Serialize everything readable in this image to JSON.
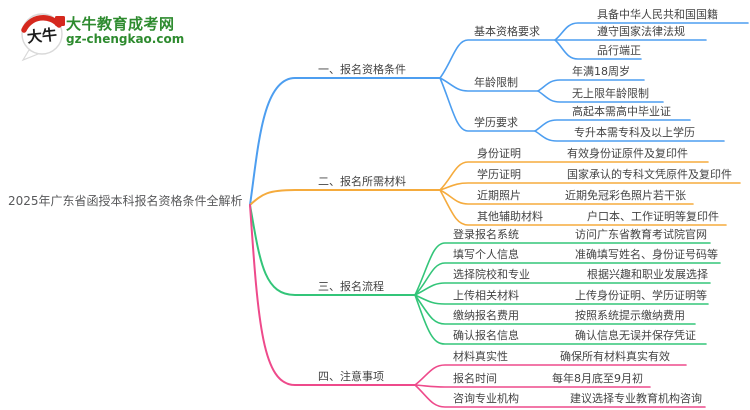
{
  "logo": {
    "mark": "大牛",
    "site_name": "大牛教育成考网",
    "site_url": "gz-chengkao.com"
  },
  "colors": {
    "branch1_blue": "#4d9ef0",
    "branch2_orange": "#f5ab3d",
    "branch3_green": "#33c579",
    "branch4_pink": "#ee4a8b",
    "logo_green": "#2e8b2f",
    "logo_red": "#d5281e",
    "text": "#434343"
  },
  "mindmap": {
    "root": "2025年广东省函授本科报名资格条件全解析",
    "branches": [
      {
        "label": "一、报名资格条件",
        "children": [
          {
            "label": "基本资格要求",
            "leaves": [
              "具备中华人民共和国国籍",
              "遵守国家法律法规",
              "品行端正"
            ]
          },
          {
            "label": "年龄限制",
            "leaves": [
              "年满18周岁",
              "无上限年龄限制"
            ]
          },
          {
            "label": "学历要求",
            "leaves": [
              "高起本需高中毕业证",
              "专升本需专科及以上学历"
            ]
          }
        ]
      },
      {
        "label": "二、报名所需材料",
        "children": [
          {
            "label": "身份证明",
            "leaves": [
              "有效身份证原件及复印件"
            ]
          },
          {
            "label": "学历证明",
            "leaves": [
              "国家承认的专科文凭原件及复印件"
            ]
          },
          {
            "label": "近期照片",
            "leaves": [
              "近期免冠彩色照片若干张"
            ]
          },
          {
            "label": "其他辅助材料",
            "leaves": [
              "户口本、工作证明等复印件"
            ]
          }
        ]
      },
      {
        "label": "三、报名流程",
        "children": [
          {
            "label": "登录报名系统",
            "leaves": [
              "访问广东省教育考试院官网"
            ]
          },
          {
            "label": "填写个人信息",
            "leaves": [
              "准确填写姓名、身份证号码等"
            ]
          },
          {
            "label": "选择院校和专业",
            "leaves": [
              "根据兴趣和职业发展选择"
            ]
          },
          {
            "label": "上传相关材料",
            "leaves": [
              "上传身份证明、学历证明等"
            ]
          },
          {
            "label": "缴纳报名费用",
            "leaves": [
              "按照系统提示缴纳费用"
            ]
          },
          {
            "label": "确认报名信息",
            "leaves": [
              "确认信息无误并保存凭证"
            ]
          }
        ]
      },
      {
        "label": "四、注意事项",
        "children": [
          {
            "label": "材料真实性",
            "leaves": [
              "确保所有材料真实有效"
            ]
          },
          {
            "label": "报名时间",
            "leaves": [
              "每年8月底至9月初"
            ]
          },
          {
            "label": "咨询专业机构",
            "leaves": [
              "建议选择专业教育机构咨询"
            ]
          }
        ]
      }
    ]
  }
}
